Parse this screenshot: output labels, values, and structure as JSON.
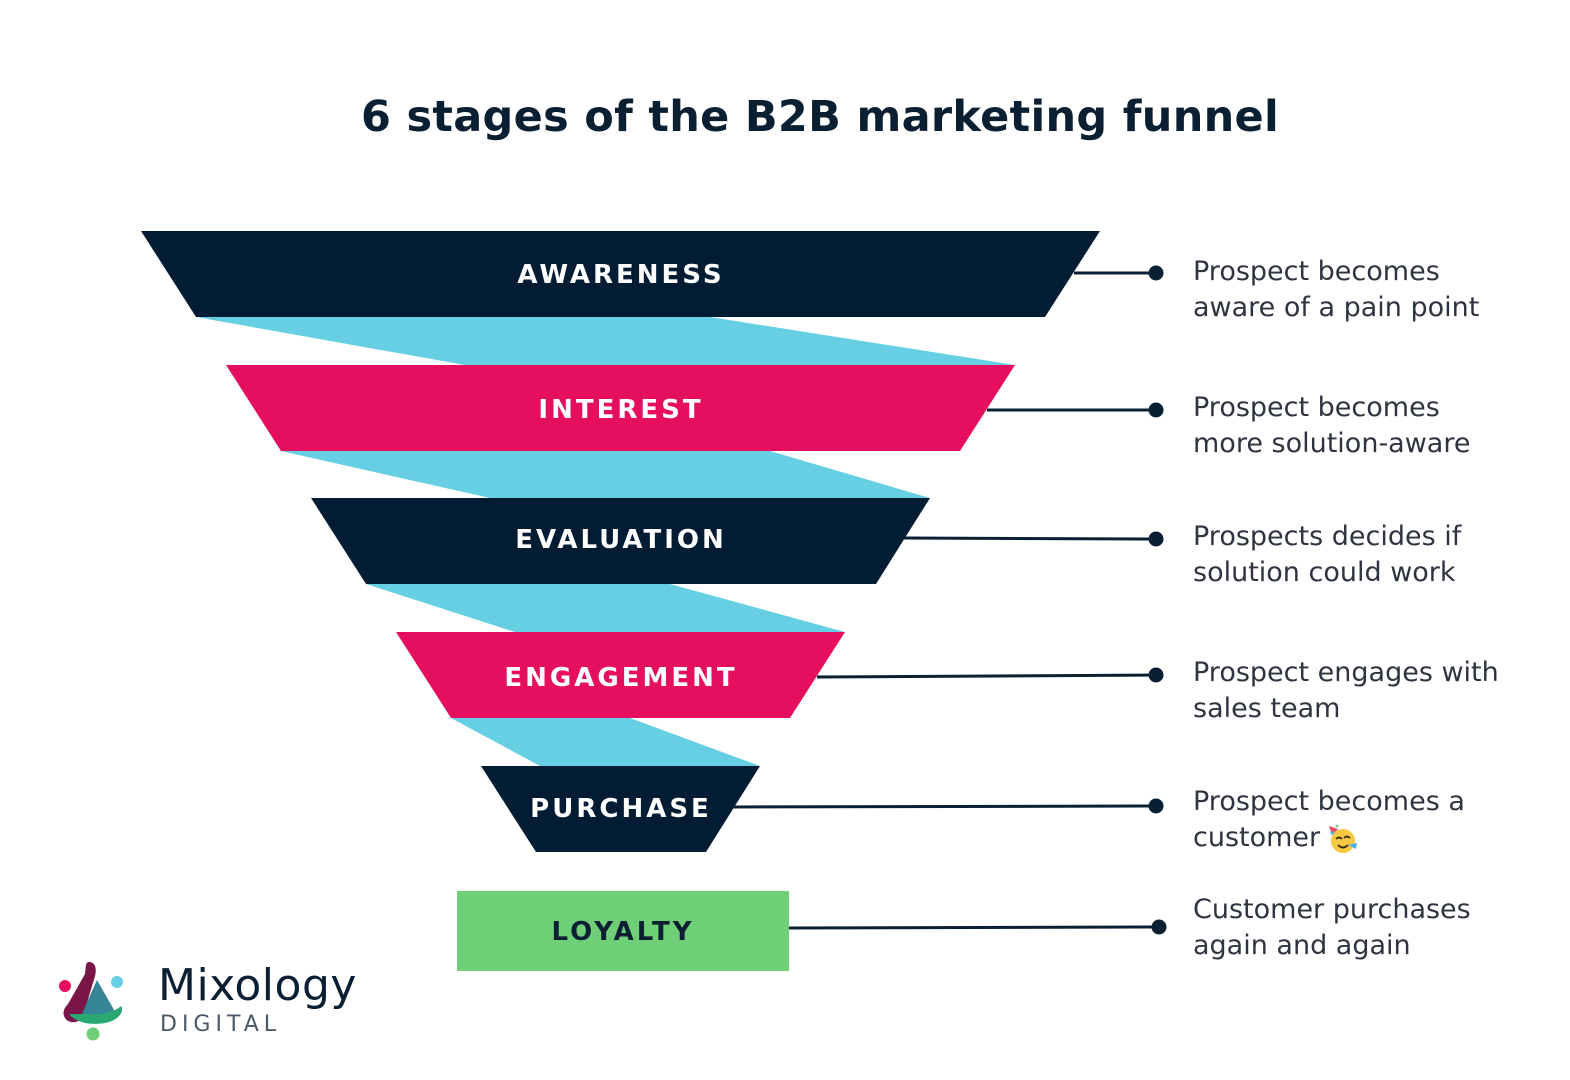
{
  "title": "6 stages of the B2B marketing funnel",
  "stages": [
    {
      "label": "AWARENESS",
      "desc_line1": "Prospect becomes",
      "desc_line2": "aware of a pain point",
      "color": "#021d33"
    },
    {
      "label": "INTEREST",
      "desc_line1": "Prospect becomes",
      "desc_line2": "more solution-aware",
      "color": "#e60f5f"
    },
    {
      "label": "EVALUATION",
      "desc_line1": "Prospects decides if",
      "desc_line2": "solution could work",
      "color": "#021d33"
    },
    {
      "label": "ENGAGEMENT",
      "desc_line1": "Prospect engages with",
      "desc_line2": "sales team",
      "color": "#e60f5f"
    },
    {
      "label": "PURCHASE",
      "desc_line1": "Prospect becomes a",
      "desc_line2": "customer",
      "color": "#021d33",
      "emoji": "partying-face-icon"
    },
    {
      "label": "LOYALTY",
      "desc_line1": "Customer purchases",
      "desc_line2": "again and again",
      "color": "#6fcf76"
    }
  ],
  "colors": {
    "navy": "#021d33",
    "pink": "#e60f5f",
    "connector": "#66cfe3",
    "green": "#6fcf76",
    "line": "#0b1f33"
  },
  "logo": {
    "name": "Mixology",
    "subtitle": "DIGITAL"
  }
}
